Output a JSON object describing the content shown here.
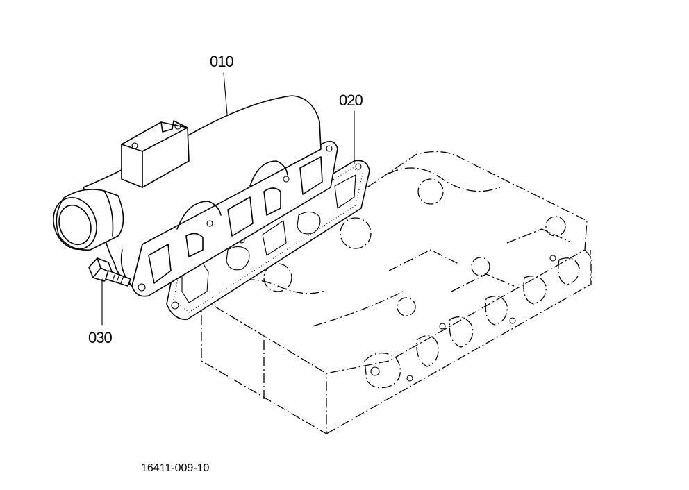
{
  "parts": [
    {
      "id": "010"
    },
    {
      "id": "020"
    },
    {
      "id": "030"
    }
  ],
  "figure_ref": "16411-009-10"
}
